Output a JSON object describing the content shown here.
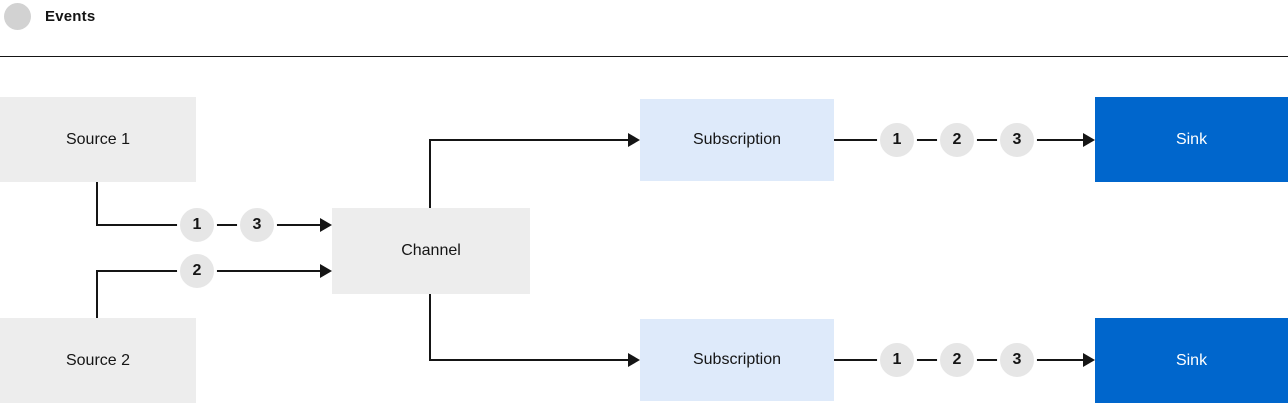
{
  "legend": {
    "label": "Events"
  },
  "colors": {
    "source_box": "#ededed",
    "channel_box": "#ededed",
    "subscription_box": "#deeafa",
    "sink_box": "#0066cc",
    "line": "#151515",
    "event_marker_bg": "#e6e6e6",
    "text_dark": "#151515",
    "text_white": "#ffffff"
  },
  "nodes": {
    "source1": {
      "label": "Source 1"
    },
    "source2": {
      "label": "Source 2"
    },
    "channel": {
      "label": "Channel"
    },
    "subscription_top": {
      "label": "Subscription"
    },
    "subscription_bottom": {
      "label": "Subscription"
    },
    "sink_top": {
      "label": "Sink"
    },
    "sink_bottom": {
      "label": "Sink"
    }
  },
  "event_markers": {
    "source1_to_channel": [
      "1",
      "3"
    ],
    "source2_to_channel": [
      "2"
    ],
    "subscription_top_to_sink": [
      "1",
      "2",
      "3"
    ],
    "subscription_bottom_to_sink": [
      "1",
      "2",
      "3"
    ]
  }
}
